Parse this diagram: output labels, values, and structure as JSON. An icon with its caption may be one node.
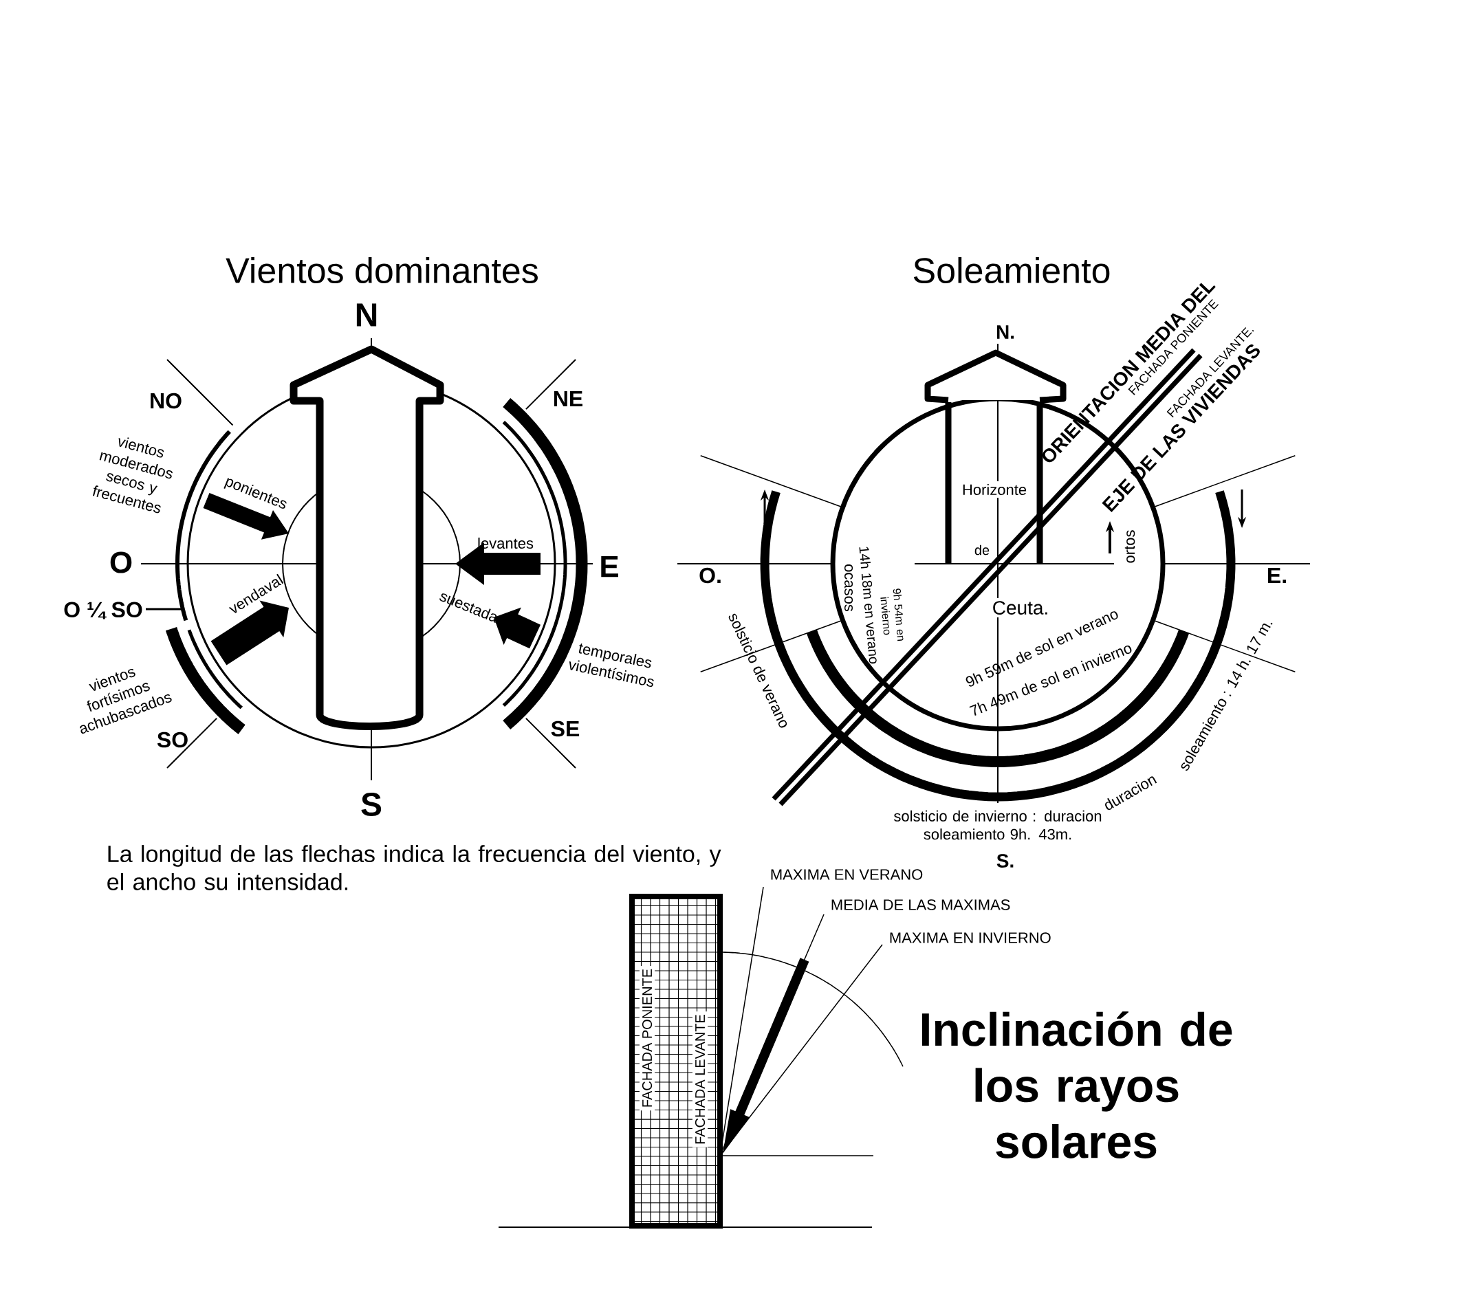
{
  "diagram": {
    "labels": [
      "Vientos dominantes",
      "Soleamiento",
      "N",
      "N.",
      "NO",
      "NE",
      "vientos moderados secos y frecuentes",
      "ponientes",
      "O",
      "levantes",
      "E",
      "O ¼ SO",
      "vendaval",
      "suestada",
      "temporales violentísimos",
      "vientos fortísimos achubascados",
      "SO",
      "SE",
      "S",
      "ORIENTACION MEDIA DEL",
      "FACHADA PONIENTE",
      "FACHADA LEVANTE.",
      "EJE DE LAS VIVIENDAS",
      "Horizonte",
      "ocasos",
      "14h 18m en verano",
      "de",
      "ortos",
      "O.",
      "E.",
      "Ceuta.",
      "9h 54m en invierno",
      "9h 59m de sol en verano",
      "7h 49m de sol en invierno",
      "solsticio de verano",
      "solsticio de invierno : duracion soleamiento 9h. 43m.",
      "duracion",
      "soleamiento : 14 h. 17 m.",
      "S.",
      "La longitud de las flechas indica la frecuencia del viento, y el ancho su intensidad.",
      "MAXIMA EN VERANO",
      "MEDIA DE LAS MAXIMAS",
      "MAXIMA EN INVIERNO",
      "FACHADA PONIENTE",
      "FACHADA LEVANTE",
      "Inclinación de los rayos solares"
    ]
  }
}
